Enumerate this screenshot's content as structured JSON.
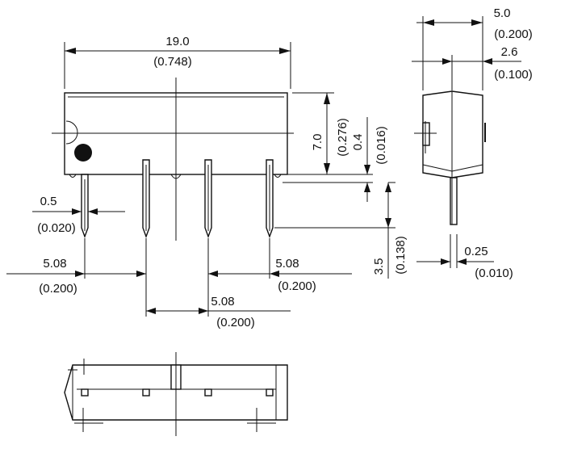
{
  "dimensions": {
    "length": {
      "mm": "19.0",
      "in": "(0.748)"
    },
    "height": {
      "mm": "7.0",
      "in": "(0.276)"
    },
    "standoff": {
      "mm": "0.4",
      "in": "(0.016)"
    },
    "width": {
      "mm": "5.0",
      "in": "(0.200)"
    },
    "pin_offset": {
      "mm": "2.6",
      "in": "(0.100)"
    },
    "pin_width": {
      "mm": "0.5",
      "in": "(0.020)"
    },
    "pitch_left": {
      "mm": "5.08",
      "in": "(0.200)"
    },
    "pitch_right": {
      "mm": "5.08",
      "in": "(0.200)"
    },
    "pitch_center": {
      "mm": "5.08",
      "in": "(0.200)"
    },
    "pin_length": {
      "mm": "3.5",
      "in": "(0.138)"
    },
    "pin_thickness": {
      "mm": "0.25",
      "in": "(0.010)"
    }
  },
  "colors": {
    "line": "#111111",
    "background": "#ffffff"
  },
  "markers": [
    "pin-1-dot-marker",
    "notch-marker"
  ]
}
